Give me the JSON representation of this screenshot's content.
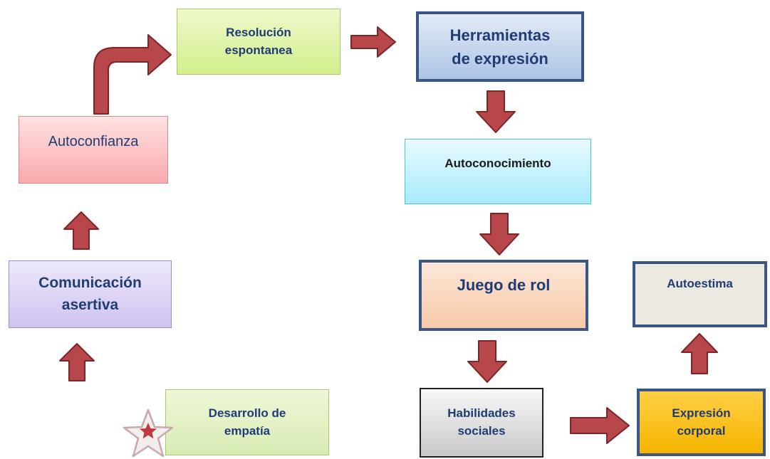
{
  "boxes": {
    "resolucion": [
      "Resolución",
      "espontanea"
    ],
    "herramientas": [
      "Herramientas",
      "de expresión"
    ],
    "autoconfianza": [
      "Autoconfianza"
    ],
    "autoconocimiento": [
      "Autoconocimiento"
    ],
    "comunicacion": [
      "Comunicación",
      "asertiva"
    ],
    "juego": [
      "Juego de rol"
    ],
    "autoestima": [
      "Autoestima"
    ],
    "desarrollo": [
      "Desarrollo de",
      "empatía"
    ],
    "habilidades": [
      "Habilidades",
      "sociales"
    ],
    "expresion": [
      "Expresión",
      "corporal"
    ]
  },
  "icons": {
    "arrow": "block-arrow-icon",
    "bent_arrow": "bent-arrow-icon",
    "star": "star-icon"
  },
  "colors": {
    "arrow_fill": "#b8474c",
    "arrow_stroke": "#7d2428",
    "text_dark_blue": "#1f3c74",
    "frame_dark_blue": "#3a5588",
    "star": "#c0393e"
  }
}
